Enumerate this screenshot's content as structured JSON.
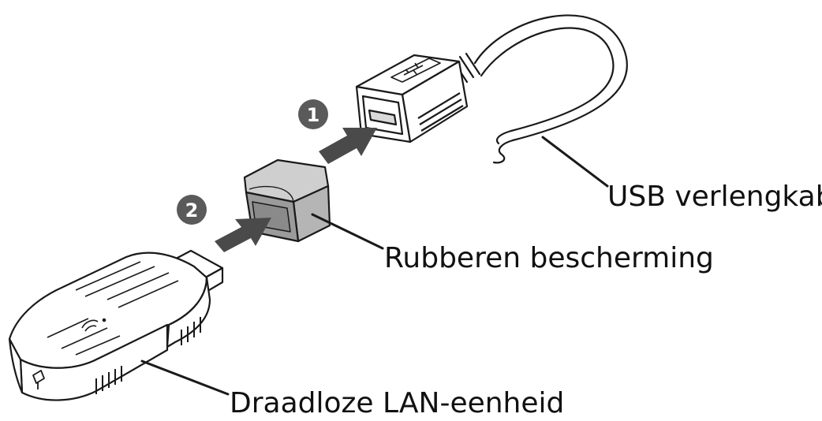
{
  "labels": {
    "usb_cable": "USB verlengkabel",
    "rubber_cover": "Rubberen bescherming",
    "wireless_lan": "Draadloze LAN-eenheid"
  },
  "steps": [
    "1",
    "2"
  ],
  "colors": {
    "outline": "#1a1a1a",
    "arrow": "#4a4a4a",
    "step_badge": "#5a5a5a",
    "rubber_face": "#9b9b9b",
    "rubber_top": "#cfcfcf",
    "body_fill": "#ffffff"
  }
}
